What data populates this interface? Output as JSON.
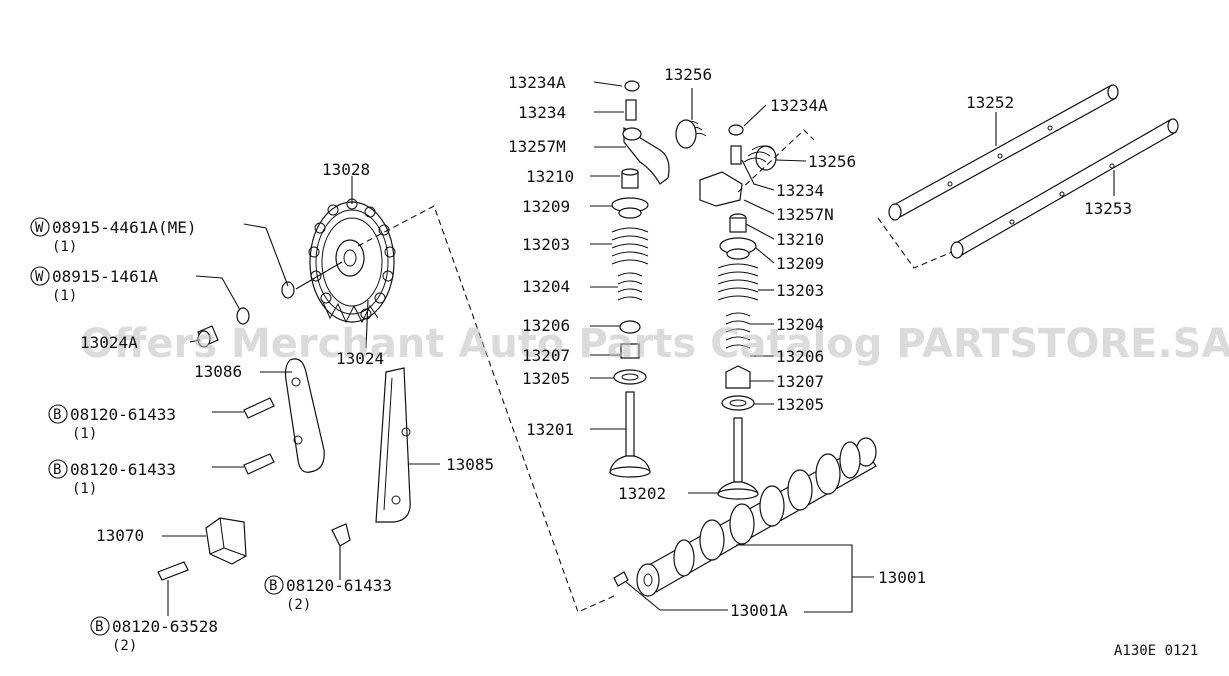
{
  "diagram": {
    "code": "A130E 0121",
    "watermark": "Offers Merchant Auto Parts Catalog PARTSTORE.SA",
    "labels": {
      "p13028": "13028",
      "w1": "08915-4461A(ME)",
      "w1_qty": "(1)",
      "w1_prefix": "W",
      "w2": "08915-1461A",
      "w2_qty": "(1)",
      "w2_prefix": "W",
      "p13024a": "13024A",
      "p13024": "13024",
      "p13086": "13086",
      "b1": "08120-61433",
      "b1_qty": "(1)",
      "b1_prefix": "B",
      "b2": "08120-61433",
      "b2_qty": "(1)",
      "b2_prefix": "B",
      "p13085": "13085",
      "p13070": "13070",
      "b3": "08120-61433",
      "b3_qty": "(2)",
      "b3_prefix": "B",
      "b4": "08120-63528",
      "b4_qty": "(2)",
      "b4_prefix": "B",
      "l13234A": "13234A",
      "l13234": "13234",
      "l13257M": "13257M",
      "l13210": "13210",
      "l13209": "13209",
      "l13203": "13203",
      "l13204": "13204",
      "l13206": "13206",
      "l13207": "13207",
      "l13205": "13205",
      "l13201": "13201",
      "p13256a": "13256",
      "r13234A": "13234A",
      "r13256": "13256",
      "r13234": "13234",
      "r13257N": "13257N",
      "r13210": "13210",
      "r13209": "13209",
      "r13203": "13203",
      "r13204": "13204",
      "r13206": "13206",
      "r13207": "13207",
      "r13205": "13205",
      "p13202": "13202",
      "p13001": "13001",
      "p13001A": "13001A",
      "p13252": "13252",
      "p13253": "13253"
    }
  }
}
